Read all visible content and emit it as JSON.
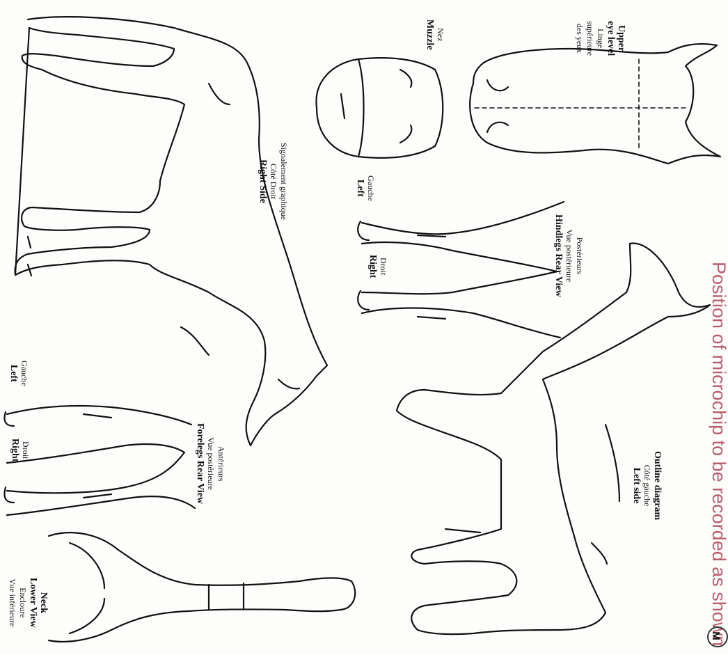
{
  "header": {
    "title": "Position of microchip to be recorded as shown",
    "badge_letter": "M"
  },
  "labels": {
    "head": {
      "line1": "Upper",
      "line2": "eye level",
      "line3": "Linge",
      "line4": "supérieure",
      "line5": "des yeux"
    },
    "muzzle": {
      "fr": "Nez",
      "en": "Muzzle"
    },
    "hindlegs": {
      "fr1": "Postérieurs",
      "fr2": "Vue postérieure",
      "en": "Hindlegs Rear View",
      "left_fr": "Gauche",
      "left_en": "Left",
      "right_fr": "Droit",
      "right_en": "Right"
    },
    "right_side": {
      "fr1": "Signalement graphique",
      "fr2": "Côté Droit",
      "en": "Right Side"
    },
    "forelegs": {
      "fr1": "Antérieurs",
      "fr2": "Vue postérieure",
      "en": "Forelegs Rear View",
      "left_fr": "Gauche",
      "left_en": "Left",
      "right_fr": "Droit",
      "right_en": "Right"
    },
    "left_side": {
      "en1": "Outline diagram",
      "fr": "Côté gauche",
      "en2": "Left side"
    },
    "neck": {
      "en1": "Neck",
      "en2": "Lower View",
      "fr1": "Encloure",
      "fr2": "Vue inférieure"
    }
  },
  "colors": {
    "title": "#b85f6a",
    "ink": "#111111"
  }
}
